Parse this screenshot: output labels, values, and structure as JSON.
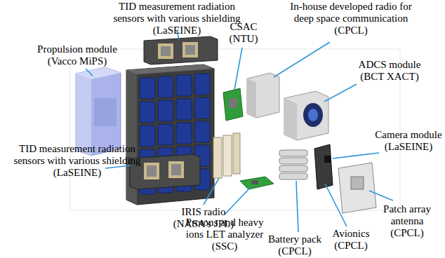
{
  "diagram": {
    "labels": [
      "TID measurement radiation sensors with various shielding (LaSEINE)",
      "In-house developed radio for deep space communication (CPCL)",
      "CSAC (NTU)",
      "Propulsion module (Vacco MiPS)",
      "ADCS module (BCT XACT)",
      "Camera module (LaSEINE)",
      "Patch array antenna (CPCL)",
      "TID measurement radiation sensors with various shielding (LaSEINE)",
      "IRIS radio (NASA's JPL)",
      "Avionics (CPCL)",
      "Protons and heavy ions LET analyzer (SSC)",
      "Battery pack (CPCL)"
    ]
  }
}
